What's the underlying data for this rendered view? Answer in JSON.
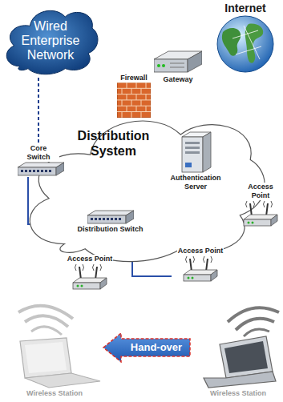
{
  "diagram": {
    "nodes": [
      {
        "text": [
          "Wired Enterprise Network"
        ]
      },
      {
        "text": [
          "Internet"
        ]
      },
      {
        "text": [
          "Firewall"
        ]
      },
      {
        "text": [
          "Gateway"
        ]
      },
      {
        "text": [
          "Distribution System"
        ]
      },
      {
        "text": [
          "Core Switch"
        ],
        "in": 4
      },
      {
        "text": [
          "Authentication Server"
        ],
        "in": 4
      },
      {
        "text": [
          "Distribution Switch"
        ],
        "in": 4
      },
      {
        "text": [
          "Access Point"
        ]
      },
      {
        "text": [
          "Access Point"
        ]
      },
      {
        "text": [
          "Access Point"
        ]
      },
      {
        "text": [
          "Hand-over"
        ]
      },
      {
        "text": [
          "Wireless Station"
        ]
      },
      {
        "text": [
          "Wireless Station"
        ]
      }
    ],
    "edges": [
      {
        "from": 0,
        "to": 5,
        "arrow": "none"
      },
      {
        "from": 5,
        "to": 6,
        "arrow": "none"
      },
      {
        "from": 5,
        "to": 7,
        "arrow": "none"
      },
      {
        "from": 5,
        "to": 8,
        "arrow": "none"
      },
      {
        "from": 7,
        "to": 9,
        "arrow": "none"
      },
      {
        "from": 7,
        "to": 10,
        "arrow": "none"
      }
    ]
  }
}
